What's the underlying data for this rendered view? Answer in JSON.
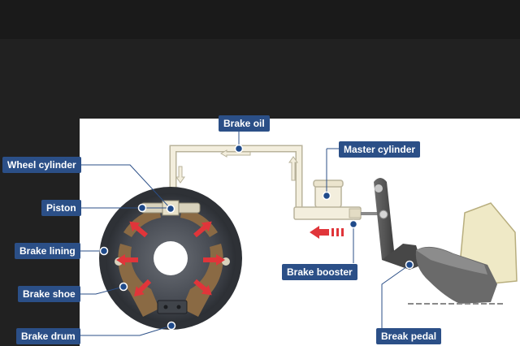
{
  "labels": {
    "brake_oil": "Brake oil",
    "master_cylinder": "Master cylinder",
    "wheel_cylinder": "Wheel cylinder",
    "piston": "Piston",
    "brake_lining": "Brake lining",
    "brake_shoe": "Brake shoe",
    "brake_drum": "Brake drum",
    "brake_booster": "Brake booster",
    "break_pedal": "Break pedal"
  },
  "colors": {
    "label_bg": "#2b4f87",
    "marker": "#1f4a8a",
    "arrow_red": "#e0353a",
    "pipe_fill": "#f3eedd",
    "drum_dark": "#2e3136",
    "shoe_brown": "#8a6a44"
  }
}
